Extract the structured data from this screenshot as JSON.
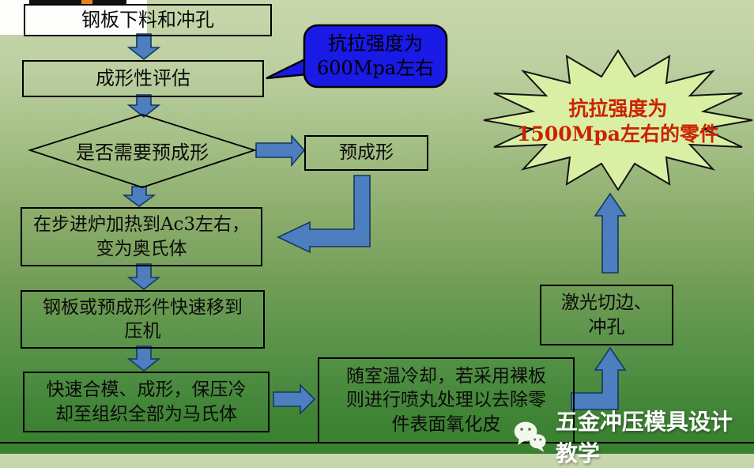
{
  "slide": {
    "background_top_color": "#C8D7AC",
    "background_bottom_color": "#388030"
  },
  "flowchart": {
    "boxes": {
      "blanking": {
        "text": "钢板下料和冲孔"
      },
      "formability": {
        "text": "成形性评估"
      },
      "decision": {
        "text": "是否需要预成形"
      },
      "preform": {
        "text": "预成形"
      },
      "furnace": {
        "text": "在步进炉加热到Ac3左右，\n变为奥氏体"
      },
      "transfer": {
        "text": "钢板或预成形件快速移到\n压机"
      },
      "forming": {
        "text": "快速合模、成形，保压冷\n却至组织全部为马氏体"
      },
      "cooling": {
        "text": "随室温冷却，若采用裸板\n则进行喷丸处理以去除零\n件表面氧化皮"
      },
      "laser": {
        "text": "激光切边、\n冲孔"
      }
    },
    "callout": {
      "text": "抗拉强度为\n600Mpa左右",
      "fill_color": "#1A1AE6"
    },
    "starburst": {
      "text": "抗拉强度为\n1500Mpa左右的零件",
      "fill_color": "#D9F0A4",
      "text_color": "#CC2200"
    },
    "arrow_fill_color": "#4C7EC0",
    "arrow_stroke_color": "#17375E"
  },
  "watermark": {
    "icon": "wechat-icon",
    "text": "五金冲压模具设计教学"
  }
}
